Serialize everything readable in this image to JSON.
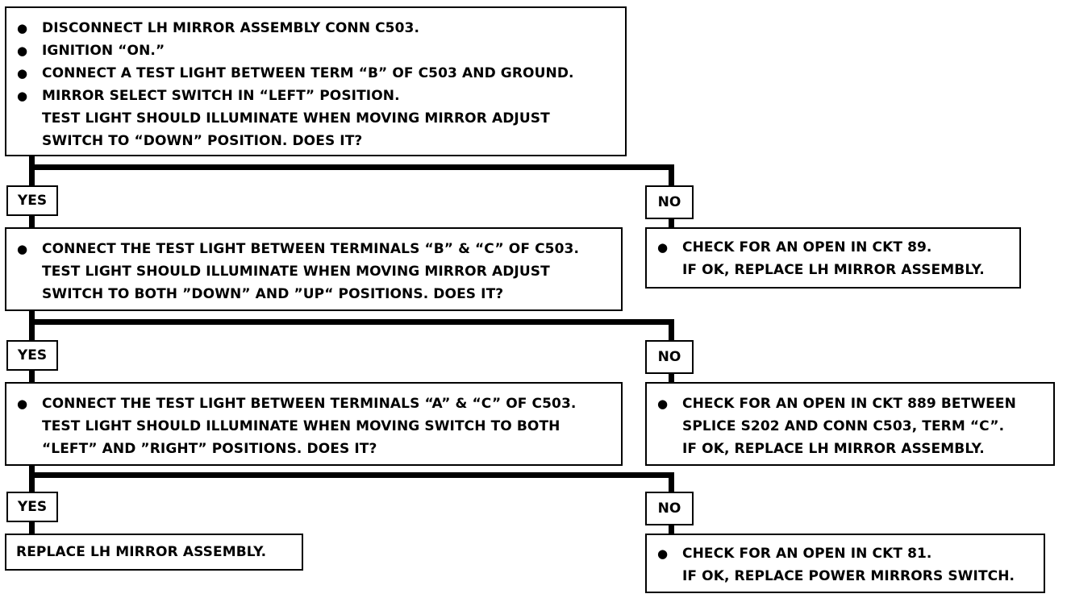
{
  "step1": {
    "bullets": [
      "DISCONNECT LH MIRROR ASSEMBLY CONN C503.",
      "IGNITION “ON.”",
      "CONNECT A TEST LIGHT BETWEEN TERM “B” OF C503 AND GROUND.",
      "MIRROR SELECT SWITCH IN “LEFT” POSITION."
    ],
    "cont": [
      "TEST LIGHT SHOULD ILLUMINATE WHEN MOVING MIRROR ADJUST",
      "SWITCH TO “DOWN” POSITION.  DOES IT?"
    ]
  },
  "step2": {
    "bullet": "CONNECT THE TEST LIGHT BETWEEN TERMINALS “B” & “C” OF C503.",
    "cont": [
      "TEST LIGHT SHOULD ILLUMINATE WHEN MOVING MIRROR ADJUST",
      "SWITCH TO BOTH ”DOWN” AND ”UP“ POSITIONS.  DOES IT?"
    ]
  },
  "step3": {
    "bullet": "CONNECT THE TEST LIGHT BETWEEN TERMINALS “A” & “C” OF C503.",
    "cont": [
      "TEST LIGHT SHOULD ILLUMINATE WHEN MOVING SWITCH TO BOTH",
      "“LEFT” AND ”RIGHT” POSITIONS.  DOES IT?"
    ]
  },
  "final_yes": "REPLACE LH MIRROR ASSEMBLY.",
  "no1": {
    "bullet": "CHECK FOR  AN OPEN IN CKT 89.",
    "cont": [
      "IF OK, REPLACE LH MIRROR ASSEMBLY."
    ]
  },
  "no2": {
    "bullet": "CHECK FOR AN OPEN IN CKT 889 BETWEEN",
    "cont": [
      "SPLICE S202 AND CONN C503, TERM “C”.",
      "IF OK, REPLACE LH MIRROR ASSEMBLY."
    ]
  },
  "no3": {
    "bullet": "CHECK FOR AN OPEN IN CKT 81.",
    "cont": [
      "IF OK, REPLACE POWER MIRRORS SWITCH."
    ]
  },
  "labels": {
    "yes": "YES",
    "no": "NO"
  },
  "bullet_char": "●"
}
